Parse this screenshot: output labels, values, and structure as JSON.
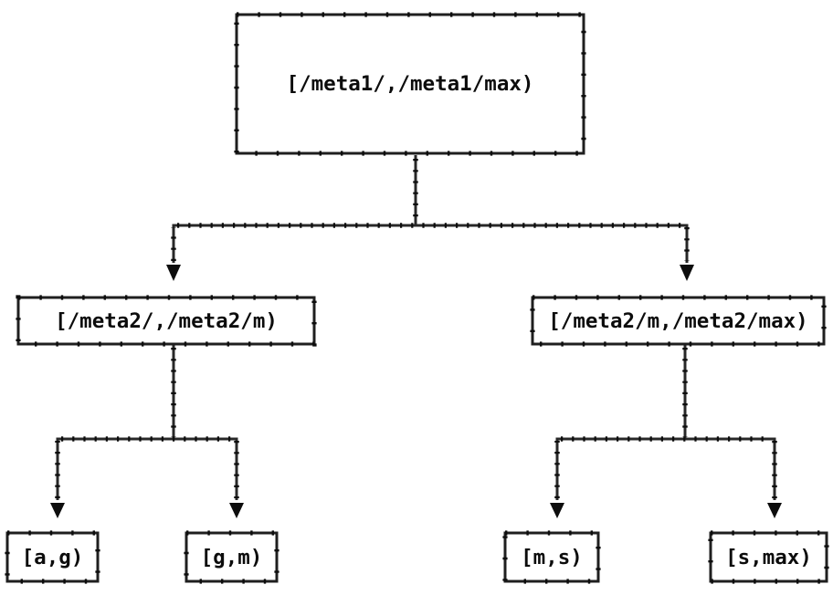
{
  "diagram": {
    "type": "tree",
    "description": "Two-level interval partition tree of key ranges",
    "colors": {
      "background": "#ffffff",
      "line": "#282828",
      "box_border": "#1f1f1f",
      "box_fill": "#ffffff",
      "text": "#0c0c0c"
    },
    "nodes": {
      "root": {
        "label": "[/meta1/,/meta1/max)"
      },
      "meta2_left": {
        "label": "[/meta2/,/meta2/m)"
      },
      "meta2_right": {
        "label": "[/meta2/m,/meta2/max)"
      },
      "leaf_ag": {
        "label": "[a,g)"
      },
      "leaf_gm": {
        "label": "[g,m)"
      },
      "leaf_ms": {
        "label": "[m,s)"
      },
      "leaf_smax": {
        "label": "[s,max)"
      }
    },
    "edges": [
      {
        "from": "root",
        "to": "meta2_left"
      },
      {
        "from": "root",
        "to": "meta2_right"
      },
      {
        "from": "meta2_left",
        "to": "leaf_ag"
      },
      {
        "from": "meta2_left",
        "to": "leaf_gm"
      },
      {
        "from": "meta2_right",
        "to": "leaf_ms"
      },
      {
        "from": "meta2_right",
        "to": "leaf_smax"
      }
    ]
  }
}
